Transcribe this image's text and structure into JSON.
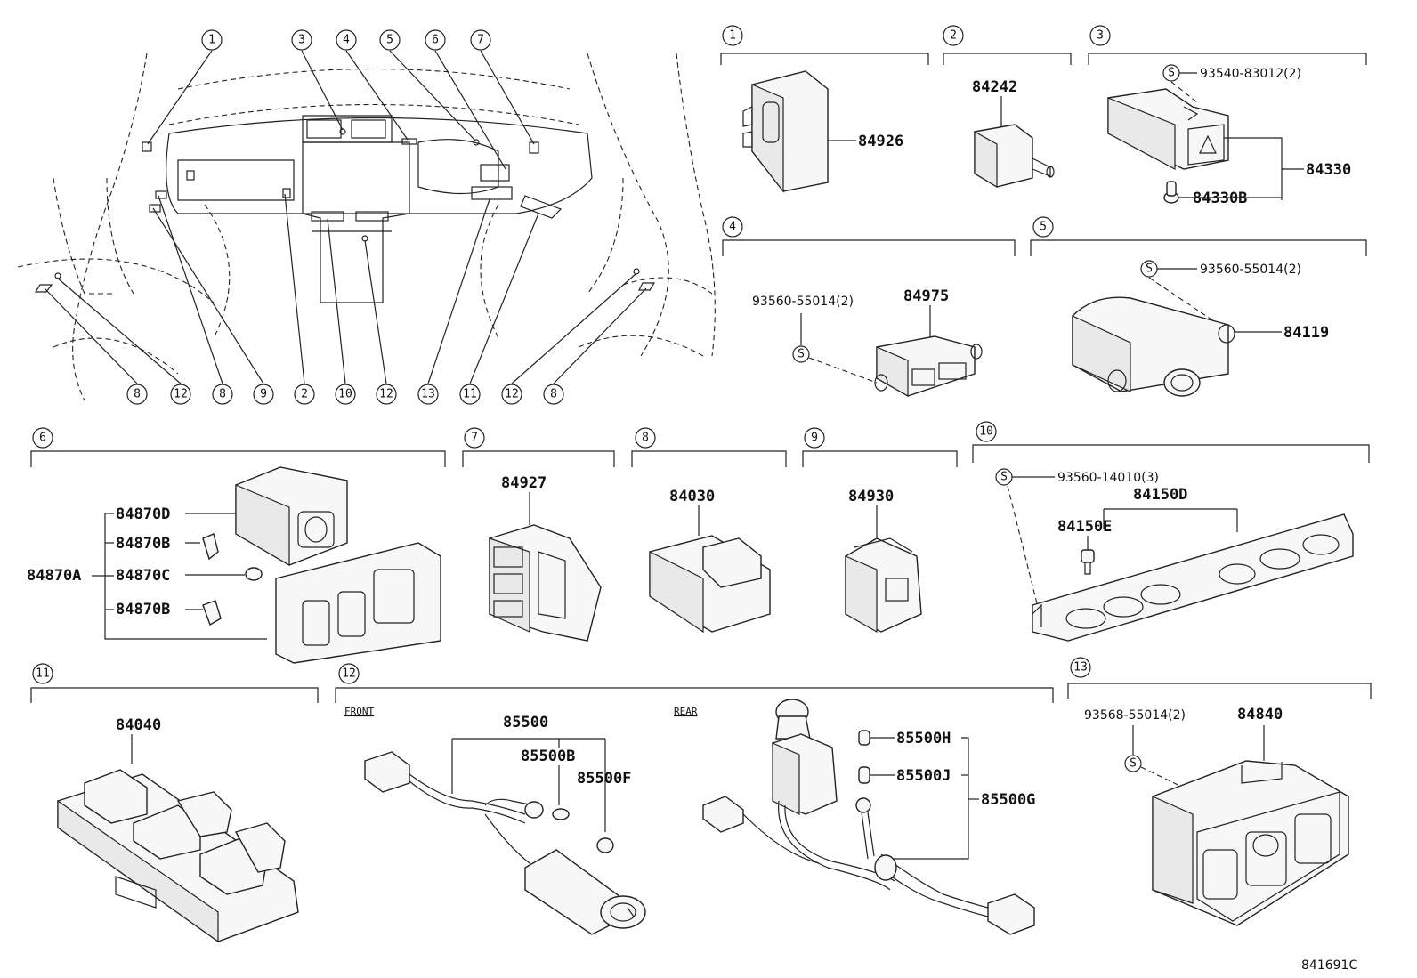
{
  "callouts_overview_top": [
    "1",
    "3",
    "4",
    "5",
    "6",
    "7"
  ],
  "callouts_overview_bottom": [
    "8",
    "12",
    "8",
    "9",
    "2",
    "10",
    "12",
    "13",
    "11",
    "12",
    "8"
  ],
  "groups": {
    "g1": {
      "num": "1",
      "parts": [
        "84926"
      ]
    },
    "g2": {
      "num": "2",
      "parts": [
        "84242"
      ]
    },
    "g3": {
      "num": "3",
      "screw_symbol": "S",
      "screw": "93540-83012(2)",
      "parts": [
        "84330",
        "84330B"
      ]
    },
    "g4": {
      "num": "4",
      "screw_symbol": "S",
      "screw": "93560-55014(2)",
      "parts": [
        "84975"
      ]
    },
    "g5": {
      "num": "5",
      "screw_symbol": "S",
      "screw": "93560-55014(2)",
      "parts": [
        "84119"
      ]
    },
    "g6": {
      "num": "6",
      "assembly": "84870A",
      "parts": [
        "84870D",
        "84870B",
        "84870C",
        "84870B"
      ]
    },
    "g7": {
      "num": "7",
      "parts": [
        "84927"
      ]
    },
    "g8": {
      "num": "8",
      "parts": [
        "84030"
      ]
    },
    "g9": {
      "num": "9",
      "parts": [
        "84930"
      ]
    },
    "g10": {
      "num": "10",
      "screw_symbol": "S",
      "screw": "93560-14010(3)",
      "parts": [
        "84150D",
        "84150E"
      ]
    },
    "g11": {
      "num": "11",
      "parts": [
        "84040"
      ]
    },
    "g12": {
      "num": "12",
      "front_label": "FRONT",
      "rear_label": "REAR",
      "parts": [
        "85500",
        "85500B",
        "85500F",
        "85500H",
        "85500J",
        "85500G"
      ]
    },
    "g13": {
      "num": "13",
      "screw_symbol": "S",
      "screw": "93568-55014(2)",
      "parts": [
        "84840"
      ]
    }
  },
  "diagram_code": "841691C"
}
